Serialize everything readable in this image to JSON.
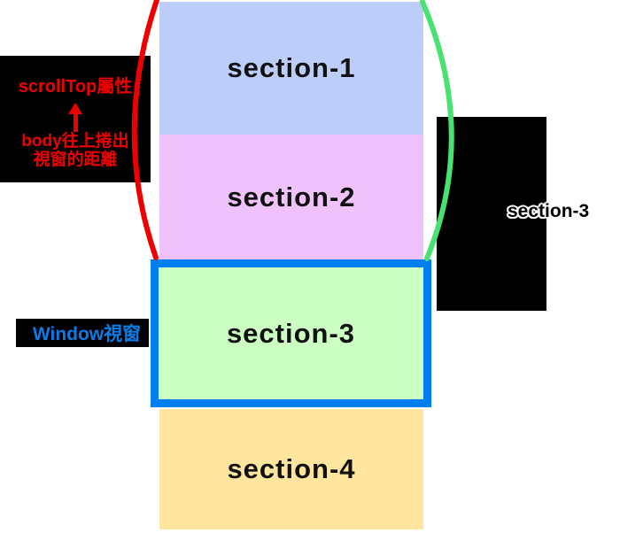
{
  "sections": [
    {
      "label": "section-1",
      "bg": "#bccdfa"
    },
    {
      "label": "section-2",
      "bg": "#f0c2fc"
    },
    {
      "label": "section-3",
      "bg": "#ccffc2"
    },
    {
      "label": "section-4",
      "bg": "#ffe59e"
    }
  ],
  "viewport": {
    "border_color": "#0080f0"
  },
  "scrolltop_label": {
    "title": "scrollTop屬性",
    "desc_line1": "body往上捲出",
    "desc_line2": "視窗的距離",
    "color": "#ee0000",
    "bg": "#000000"
  },
  "window_label": {
    "text": "Window視窗",
    "color": "#0a7ce8",
    "bg": "#000000"
  },
  "right_overlay": {
    "text": "section-3",
    "bg": "#000000"
  },
  "arcs": {
    "red": "#ee0000",
    "green": "#47e26f"
  }
}
